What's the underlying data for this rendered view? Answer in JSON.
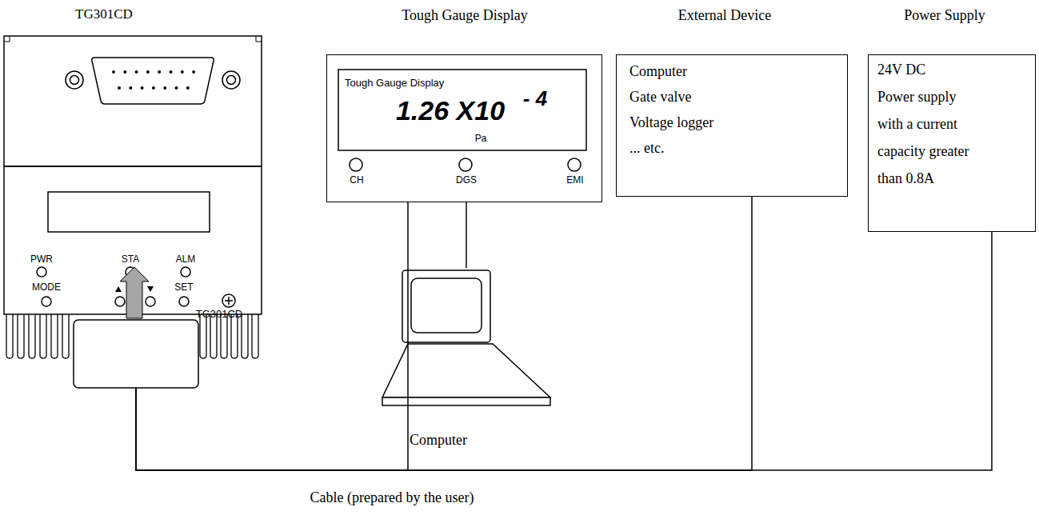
{
  "diagram": {
    "nodes": [
      {
        "text": [
          "TG301CD",
          "PWR",
          "STA",
          "ALM",
          "MODE",
          "SET",
          "TG301CD"
        ]
      },
      {
        "text": [
          "Tough Gauge Display",
          "Tough Gauge Display",
          "1.26 X10",
          "- 4",
          "Pa",
          "CH",
          "DGS",
          "EMI"
        ]
      },
      {
        "text": [
          "External Device",
          "Computer",
          "Gate valve",
          "Voltage logger",
          "... etc."
        ]
      },
      {
        "text": [
          "Power Supply",
          "24V DC",
          "Power supply",
          "with a current",
          "capacity greater",
          "than 0.8A"
        ]
      },
      {
        "text": [
          "Computer"
        ]
      }
    ],
    "edges": [
      {
        "from": 0,
        "to": 1,
        "arrow": "none"
      },
      {
        "from": 0,
        "to": 2,
        "arrow": "none"
      },
      {
        "from": 0,
        "to": 3,
        "arrow": "none"
      },
      {
        "from": 1,
        "to": 4,
        "arrow": "none"
      }
    ],
    "labels": [
      "Cable (prepared by the user)"
    ]
  }
}
